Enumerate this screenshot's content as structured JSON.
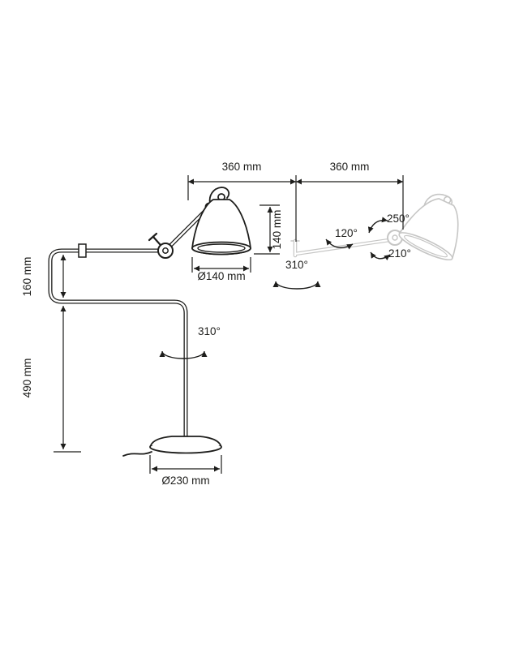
{
  "dimensions": {
    "arm_front": "360 mm",
    "arm_back": "360 mm",
    "shade_height": "140 mm",
    "shade_diameter": "Ø140 mm",
    "riser_height": "160 mm",
    "column_height": "490 mm",
    "base_diameter": "Ø230 mm"
  },
  "angles": {
    "arm_rotation": "310°",
    "column_rotation": "310°",
    "elbow_rotation": "120°",
    "forearm_rotation": "250°",
    "shade_rotation": "210°"
  },
  "colors": {
    "line": "#1d1d1b",
    "ghost": "#c6c6c5",
    "background": "#ffffff"
  }
}
